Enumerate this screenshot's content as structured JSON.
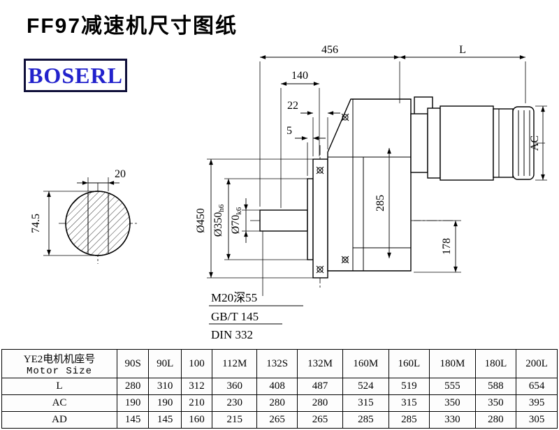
{
  "title": "FF97减速机尺寸图纸",
  "logo": "BOSERL",
  "drawing": {
    "dim_456": "456",
    "dim_L": "L",
    "dim_140": "140",
    "dim_22": "22",
    "dim_5": "5",
    "dim_AC": "AC",
    "dim_285": "285",
    "dim_178": "178",
    "dia_450": "Ø450",
    "dia_350": "Ø350",
    "dia_350_tol": "h6",
    "dia_70": "Ø70",
    "dia_70_tol": "k6",
    "dim_20": "20",
    "dim_74_5": "74.5",
    "callout_thread": "M20深55",
    "callout_gb": "GB/T 145",
    "callout_din": "DIN 332"
  },
  "table": {
    "header_line1": "YE2电机机座号",
    "header_line2": "Motor Size",
    "columns": [
      "90S",
      "90L",
      "100",
      "112M",
      "132S",
      "132M",
      "160M",
      "160L",
      "180M",
      "180L",
      "200L"
    ],
    "rows": [
      {
        "label": "L",
        "values": [
          280,
          310,
          312,
          360,
          408,
          487,
          524,
          519,
          555,
          588,
          654
        ]
      },
      {
        "label": "AC",
        "values": [
          190,
          190,
          210,
          230,
          280,
          280,
          315,
          315,
          350,
          350,
          395
        ]
      },
      {
        "label": "AD",
        "values": [
          145,
          145,
          160,
          215,
          265,
          265,
          285,
          285,
          330,
          280,
          305
        ]
      }
    ]
  }
}
